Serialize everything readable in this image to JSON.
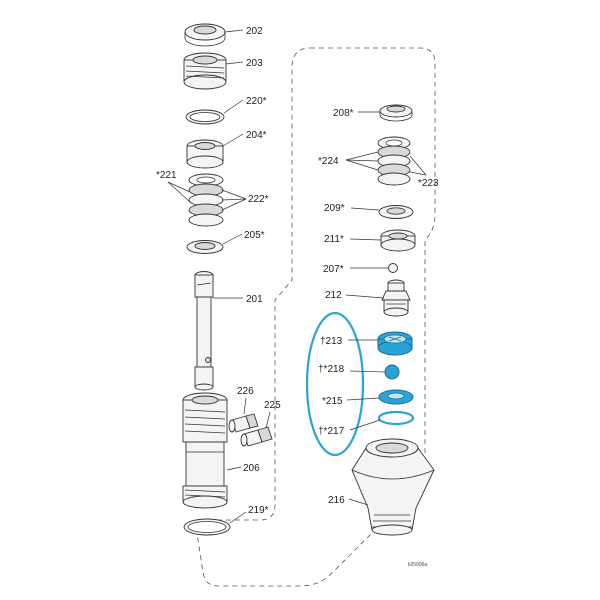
{
  "labels": {
    "p202": "202",
    "p203": "203",
    "p220": "220*",
    "p204": "204*",
    "p221": "*221",
    "p222": "222*",
    "p205": "205*",
    "p201": "201",
    "p226": "226",
    "p225": "225",
    "p206": "206",
    "p219": "219*",
    "p208": "208*",
    "p224": "*224",
    "p223": "*223",
    "p209": "209*",
    "p211": "211*",
    "p207": "207*",
    "p212": "212",
    "p213": "†213",
    "p218": "†*218",
    "p215": "*215",
    "p217": "†*217",
    "p216": "216"
  },
  "reference": "ti25996a",
  "colors": {
    "highlight": "#2aa3d6",
    "line": "#333333",
    "fill": "#f4f4f4"
  }
}
